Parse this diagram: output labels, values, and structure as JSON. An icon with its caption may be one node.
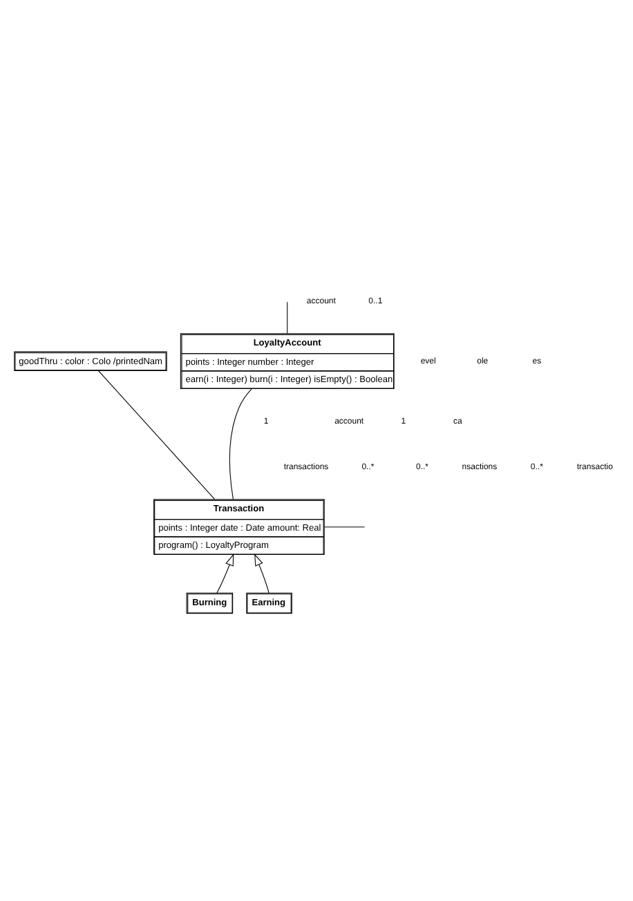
{
  "diagram": {
    "nodes": [
      {
        "text": [
          "LoyaltyAccount",
          "points : Integer number : Integer",
          "earn(i : Integer) burn(i : Integer) isEmpty() : Boolean"
        ]
      },
      {
        "text": [
          "goodThru : color : Colo /printedNam"
        ]
      },
      {
        "text": [
          "Transaction",
          "points : Integer date : Date amount: Real",
          "program() : LoyaltyProgram"
        ]
      },
      {
        "text": [
          "Burning"
        ]
      },
      {
        "text": [
          "Earning"
        ]
      }
    ],
    "edges": [
      {
        "from": null,
        "to": 0,
        "arrow": "none"
      },
      {
        "from": 0,
        "to": 2,
        "arrow": "none"
      },
      {
        "from": 1,
        "to": 2,
        "arrow": "none"
      },
      {
        "from": 2,
        "to": null,
        "arrow": "none"
      },
      {
        "from": 3,
        "to": 2,
        "arrow": "to"
      },
      {
        "from": 4,
        "to": 2,
        "arrow": "to"
      }
    ],
    "labels": [
      "account",
      "0..1",
      "evel",
      "ole",
      "es",
      "1",
      "account",
      "1",
      "ca",
      "transactions",
      "0..*",
      "0..*",
      "nsactions",
      "0..*",
      "transactio"
    ]
  }
}
